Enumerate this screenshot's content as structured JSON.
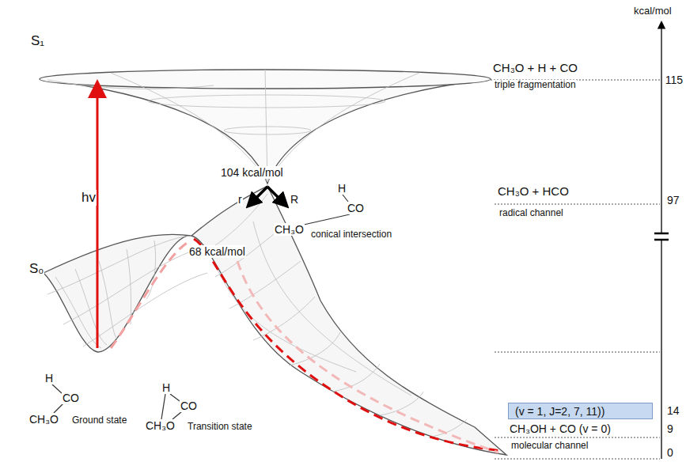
{
  "diagram": {
    "nodes": [
      {
        "text": [
          "(v = 1, J=2, 7, 11))"
        ]
      }
    ],
    "labels": [
      "kcal/mol",
      "S₁",
      "hv",
      "S₀",
      "CH₃O + H + CO",
      "triple fragmentation",
      "115",
      "104 kcal/mol",
      "r",
      "R",
      "H",
      "CO",
      "CH₃O",
      "conical intersection",
      "CH₃O + HCO",
      "radical channel",
      "97",
      "68 kcal/mol",
      "H",
      "CO",
      "CH₃O",
      "Ground state",
      "H",
      "CO",
      "CH₃O",
      "Transition state",
      "14",
      "CH₃OH + CO (v = 0)",
      "9",
      "molecular channel",
      "0"
    ]
  }
}
